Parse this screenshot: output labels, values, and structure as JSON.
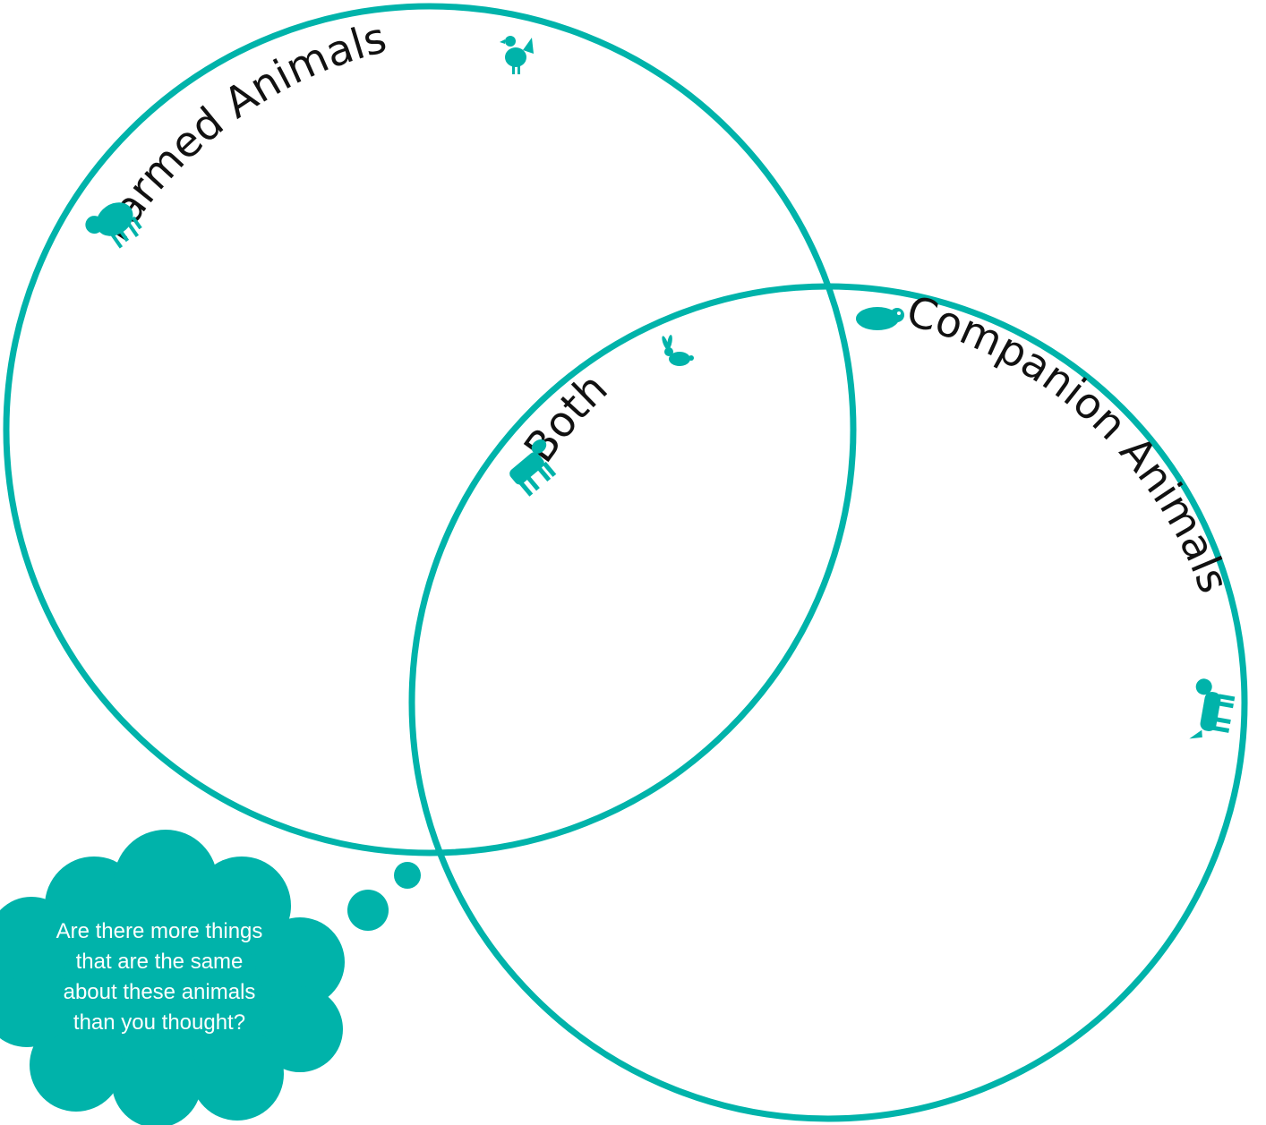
{
  "colors": {
    "accent": "#00b3aa",
    "text": "#111111",
    "background": "#ffffff",
    "bubble_text": "#ffffff"
  },
  "labels": {
    "left": "Farmed Animals",
    "overlap": "Both",
    "right": "Companion Animals"
  },
  "icons": {
    "left": [
      "sheep-icon",
      "chicken-icon"
    ],
    "overlap": [
      "cow-icon",
      "rabbit-icon"
    ],
    "right": [
      "guinea-pig-icon",
      "dog-icon"
    ]
  },
  "thought_bubble": {
    "lines": [
      "Are there more things",
      "that are the same",
      "about these animals",
      "than you thought?"
    ]
  }
}
